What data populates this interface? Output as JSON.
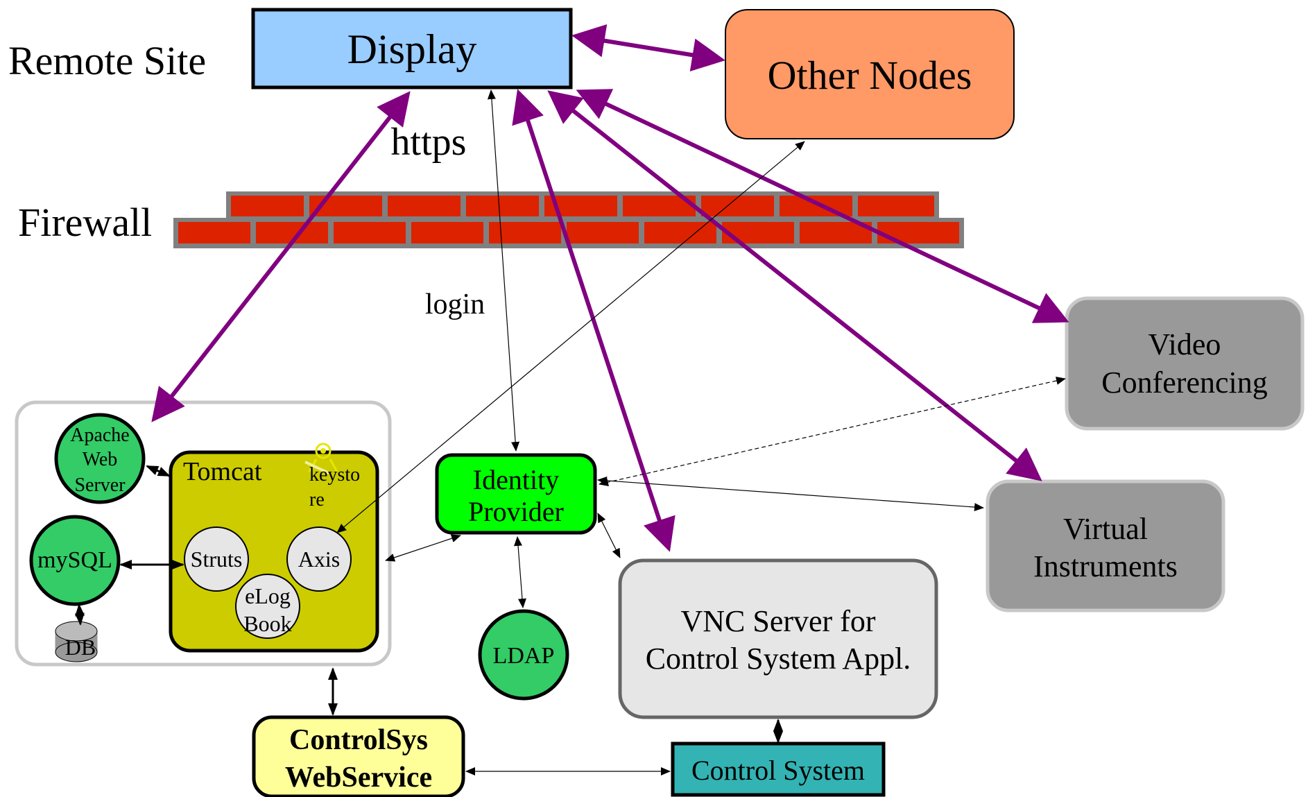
{
  "labels": {
    "remote_site": "Remote Site",
    "firewall": "Firewall",
    "https": "https",
    "login": "login"
  },
  "nodes": {
    "display": "Display",
    "other_nodes": "Other Nodes",
    "video_conferencing": [
      "Video",
      "Conferencing"
    ],
    "virtual_instruments": [
      "Virtual",
      "Instruments"
    ],
    "identity_provider": [
      "Identity",
      "Provider"
    ],
    "ldap": "LDAP",
    "vnc_server": [
      "VNC Server for",
      "Control System Appl."
    ],
    "control_system": "Control System",
    "controlsys_webservice": [
      "ControlSys",
      "WebService"
    ],
    "apache": [
      "Apache",
      "Web",
      "Server"
    ],
    "mysql": "mySQL",
    "db": "DB",
    "tomcat": "Tomcat",
    "keystore": [
      "keysto",
      "re"
    ],
    "struts": "Struts",
    "axis": "Axis",
    "elogbook": [
      "eLog",
      "Book"
    ]
  },
  "colors": {
    "purple_link": "#800080",
    "display": "#99ccff",
    "other_nodes": "#ff9966",
    "grey_node": "#999999",
    "green": "#00ff00",
    "tomcat": "#cccc00",
    "control_system": "#33b3b3",
    "webservice": "#ffff99",
    "vnc": "#e6e6e6",
    "brick": "#dd2200",
    "mortar": "#808080",
    "circle_green": "#33cc66"
  }
}
